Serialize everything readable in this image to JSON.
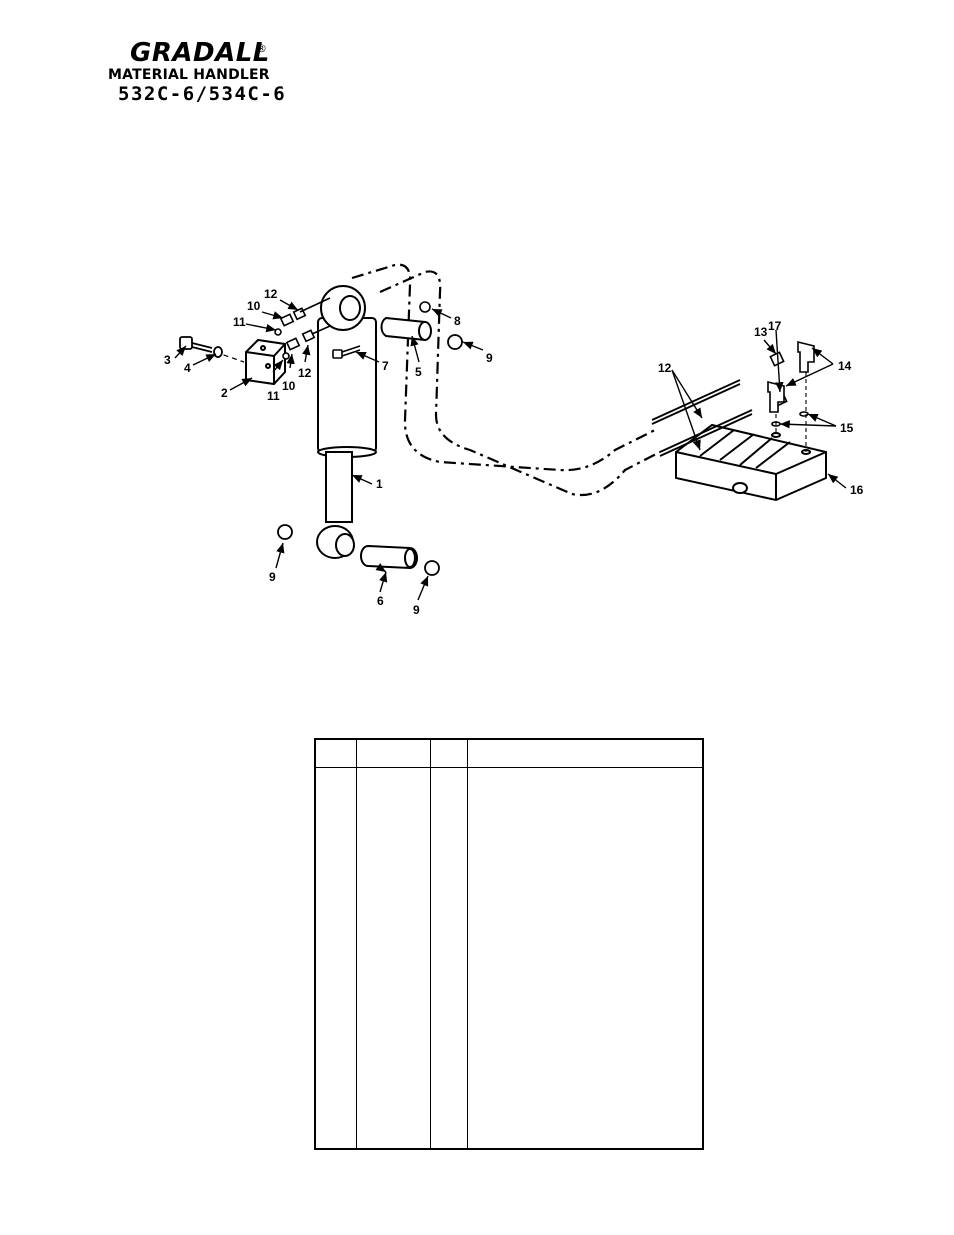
{
  "header": {
    "brand": "GRADALL",
    "registered_mark": "®",
    "product_line": "MATERIAL HANDLER",
    "model": "532C-6/534C-6"
  },
  "diagram": {
    "callouts": {
      "c1": "1",
      "c2": "2",
      "c3": "3",
      "c4": "4",
      "c5": "5",
      "c6": "6",
      "c7": "7",
      "c8": "8",
      "c9a": "9",
      "c9b": "9",
      "c9c": "9",
      "c10a": "10",
      "c10b": "10",
      "c11a": "11",
      "c11b": "11",
      "c12a": "12",
      "c12b": "12",
      "c12c": "12",
      "c13": "13",
      "c14": "14",
      "c15": "15",
      "c16": "16",
      "c17": "17"
    }
  },
  "parts_table": {
    "columns": [
      "",
      "",
      "",
      ""
    ],
    "rows": []
  }
}
